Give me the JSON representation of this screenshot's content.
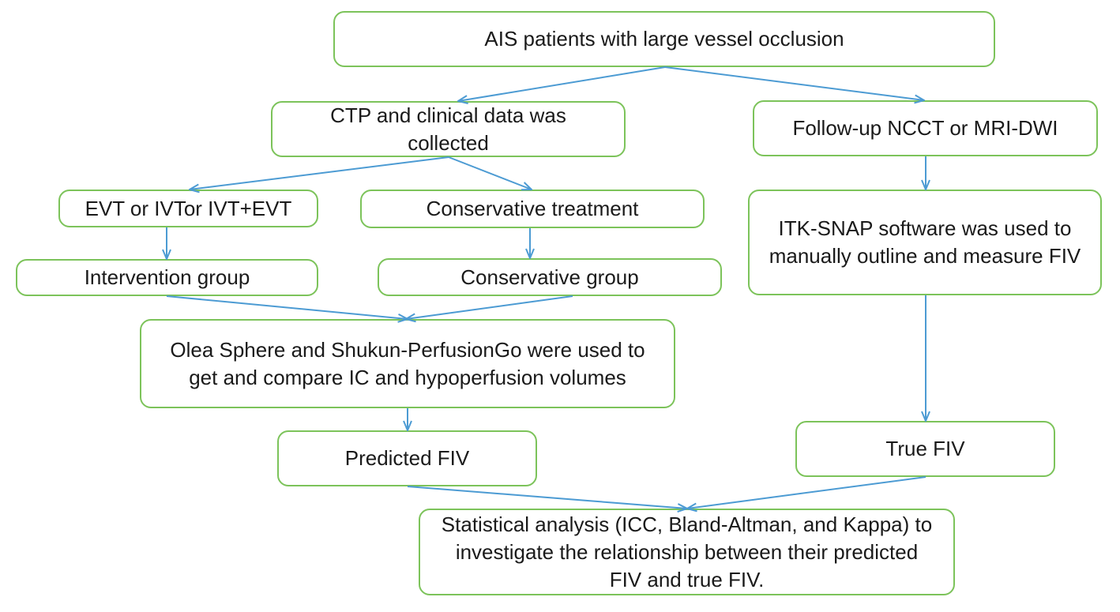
{
  "nodes": {
    "ais_patients": "AIS patients with large vessel occlusion",
    "ctp_clinical": "CTP and clinical data was collected",
    "followup": "Follow-up NCCT or MRI-DWI",
    "evt_ivt": "EVT or IVTor IVT+EVT",
    "conservative_treatment": "Conservative treatment",
    "itk_snap": "ITK-SNAP software was used to manually outline and measure FIV",
    "intervention_group": "Intervention group",
    "conservative_group": "Conservative group",
    "olea_shukun": "Olea Sphere and Shukun-PerfusionGo were used to get and compare IC and hypoperfusion volumes",
    "predicted_fiv": "Predicted FIV",
    "true_fiv": "True FIV",
    "statistical_analysis": "Statistical analysis (ICC, Bland-Altman, and Kappa) to investigate the relationship between their predicted FIV and true FIV."
  },
  "colors": {
    "box_border": "#7cc35a",
    "arrow": "#4c9bd3",
    "text": "#1a1a1a"
  }
}
